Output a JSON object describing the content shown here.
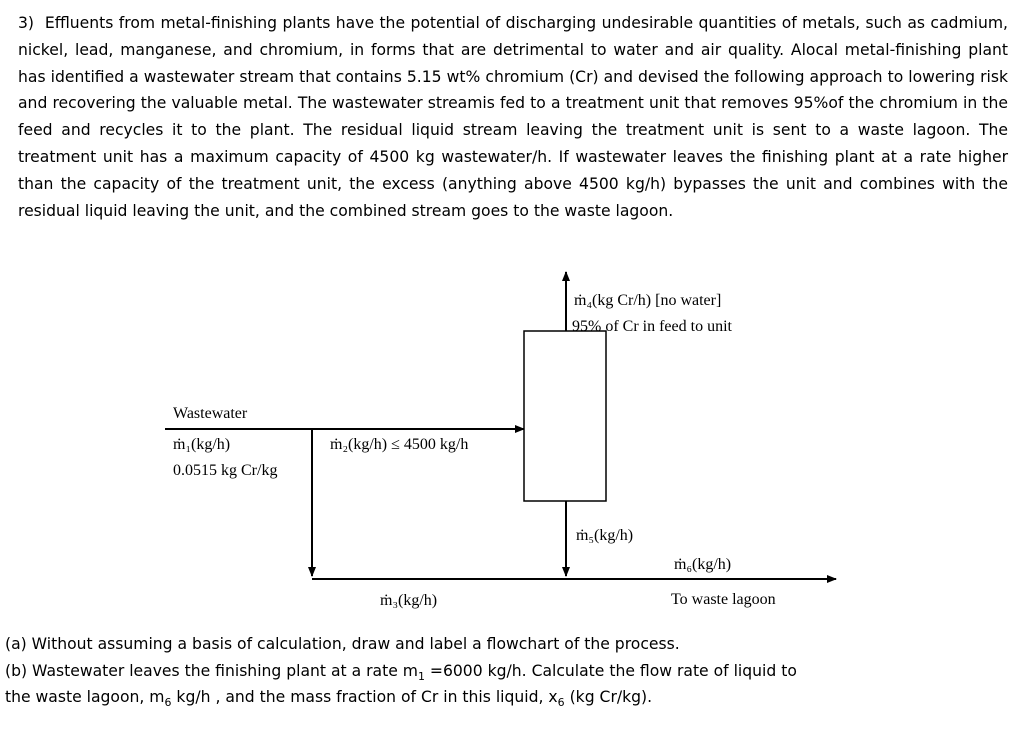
{
  "problem": {
    "number": "3)",
    "text": "Effluents from metal-finishing plants have the potential of discharging undesirable quantities of metals, such as cadmium, nickel, lead, manganese, and chromium, in forms that are detrimental to water and air quality. Alocal metal-finishing plant has identified a wastewater stream that contains 5.15 wt% chromium (Cr) and devised the following approach to lowering risk and recovering the valuable metal. The wastewater streamis fed to a treatment unit that removes 95%of the chromium in the feed and recycles it to the plant. The residual liquid stream leaving the treatment unit is sent to a waste lagoon. The treatment unit has a maximum capacity of 4500 kg wastewater/h. If wastewater leaves the finishing plant at a rate higher than the capacity of the treatment unit, the excess (anything above 4500 kg/h) bypasses the unit and combines with the residual liquid leaving the unit, and the combined stream goes to the waste lagoon."
  },
  "diagram": {
    "m4_label": "ṁ₄(kg Cr/h) [no water]",
    "m4_note": "95% of Cr in feed to unit",
    "wastewater_label": "Wastewater",
    "m1_label": "ṁ₁(kg/h)",
    "m1_note": "0.0515 kg Cr/kg",
    "m2_label": "ṁ₂(kg/h) ≤ 4500 kg/h",
    "m5_label": "ṁ₅(kg/h)",
    "m6_label": "ṁ₆(kg/h)",
    "m6_note": "To waste lagoon",
    "m3_label": "ṁ₃(kg/h)"
  },
  "questions": {
    "a": "(a) Without assuming a basis of calculation, draw and label a flowchart of the process.",
    "b_part1": "(b) Wastewater leaves the finishing plant at a rate m",
    "b_sub1": "1",
    "b_part2": " =6000 kg/h. Calculate the flow rate of liquid to",
    "b_line2_part1": "the waste lagoon, m",
    "b_sub6": "6",
    "b_line2_part2": " kg/h , and the mass fraction of Cr in this liquid, x",
    "b_sub6b": "6",
    "b_line2_part3": " (kg Cr/kg)."
  }
}
